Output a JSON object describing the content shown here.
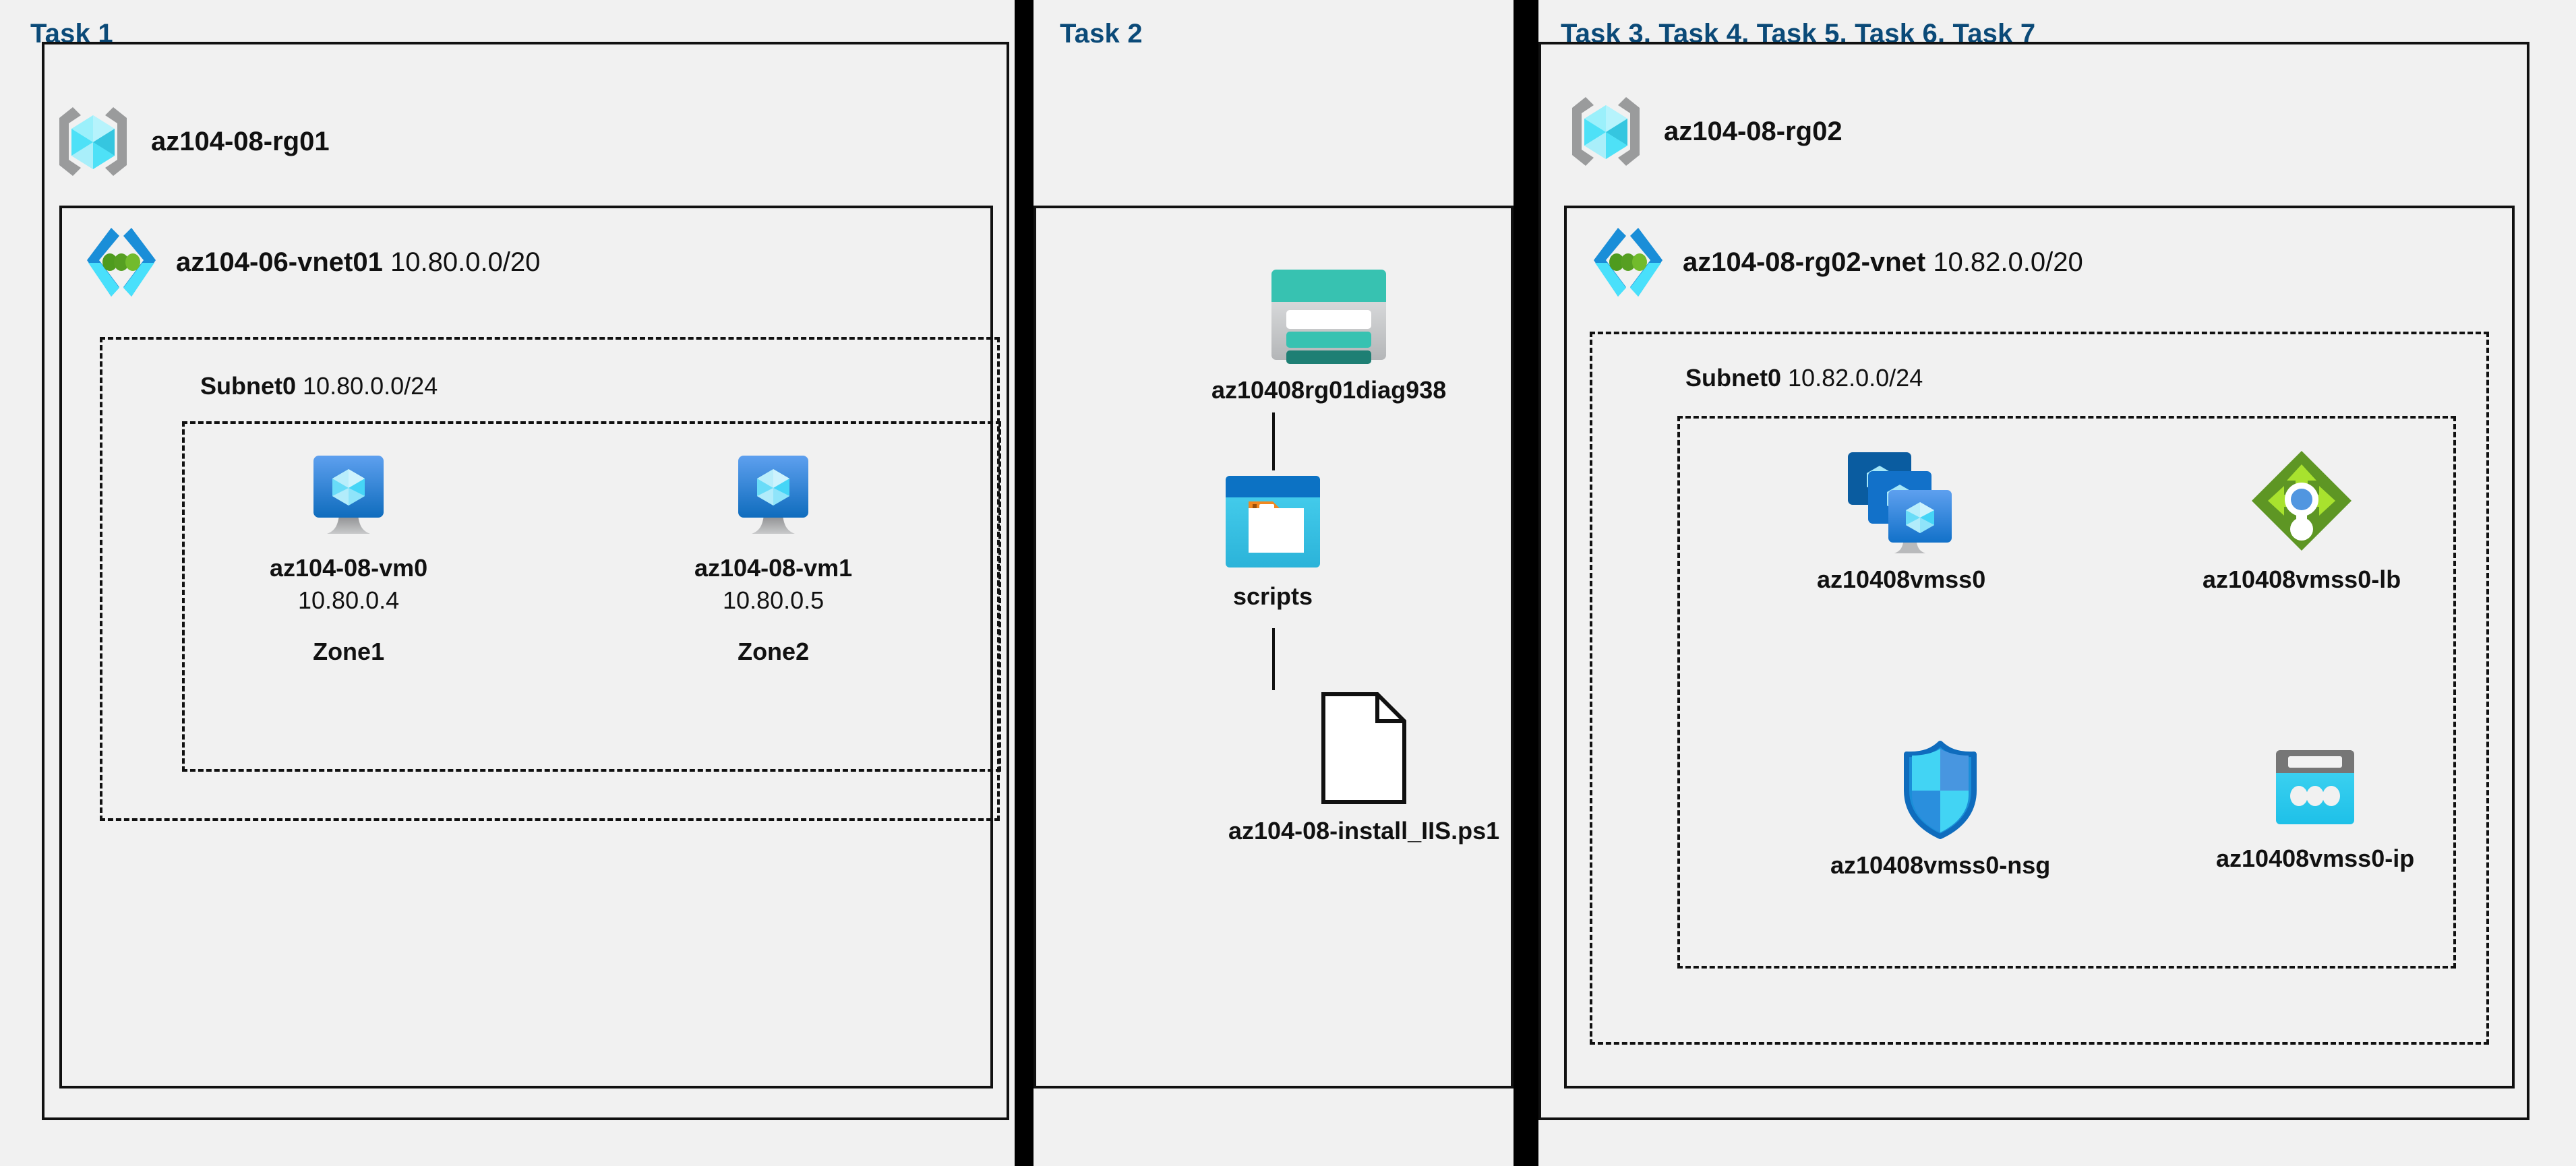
{
  "panels": {
    "task1": {
      "title": "Task 1",
      "resource_group": {
        "name": "az104-08-rg01",
        "icon": "resource-group-icon"
      },
      "vnet": {
        "name": "az104-06-vnet01",
        "cidr": "10.80.0.0/20",
        "icon": "virtual-network-icon"
      },
      "subnet": {
        "name": "Subnet0",
        "cidr": "10.80.0.0/24"
      },
      "vms": [
        {
          "name": "az104-08-vm0",
          "ip": "10.80.0.4",
          "zone": "Zone1",
          "icon": "virtual-machine-icon"
        },
        {
          "name": "az104-08-vm1",
          "ip": "10.80.0.5",
          "zone": "Zone2",
          "icon": "virtual-machine-icon"
        }
      ]
    },
    "task2": {
      "title": "Task 2",
      "items": [
        {
          "name": "az10408rg01diag938",
          "icon": "storage-account-icon"
        },
        {
          "name": "scripts",
          "icon": "blob-container-icon"
        },
        {
          "name": "az104-08-install_IIS.ps1",
          "icon": "script-file-icon"
        }
      ]
    },
    "task3": {
      "title": "Task 3, Task 4, Task 5, Task 6, Task 7",
      "resource_group": {
        "name": "az104-08-rg02",
        "icon": "resource-group-icon"
      },
      "vnet": {
        "name": "az104-08-rg02-vnet",
        "cidr": "10.82.0.0/20",
        "icon": "virtual-network-icon"
      },
      "subnet": {
        "name": "Subnet0",
        "cidr": "10.82.0.0/24"
      },
      "resources": [
        {
          "name": "az10408vmss0",
          "icon": "vm-scale-set-icon"
        },
        {
          "name": "az10408vmss0-lb",
          "icon": "load-balancer-icon"
        },
        {
          "name": "az10408vmss0-nsg",
          "icon": "network-security-group-icon"
        },
        {
          "name": "az10408vmss0-ip",
          "icon": "public-ip-address-icon"
        }
      ]
    }
  },
  "colors": {
    "background": "#f1f1f1",
    "task_heading": "#0b4a78",
    "border": "#111111",
    "azure_blue": "#0078d4",
    "cyan": "#32bedd",
    "teal": "#37c2b1",
    "green": "#5e9624",
    "grey": "#a0a1a2"
  }
}
